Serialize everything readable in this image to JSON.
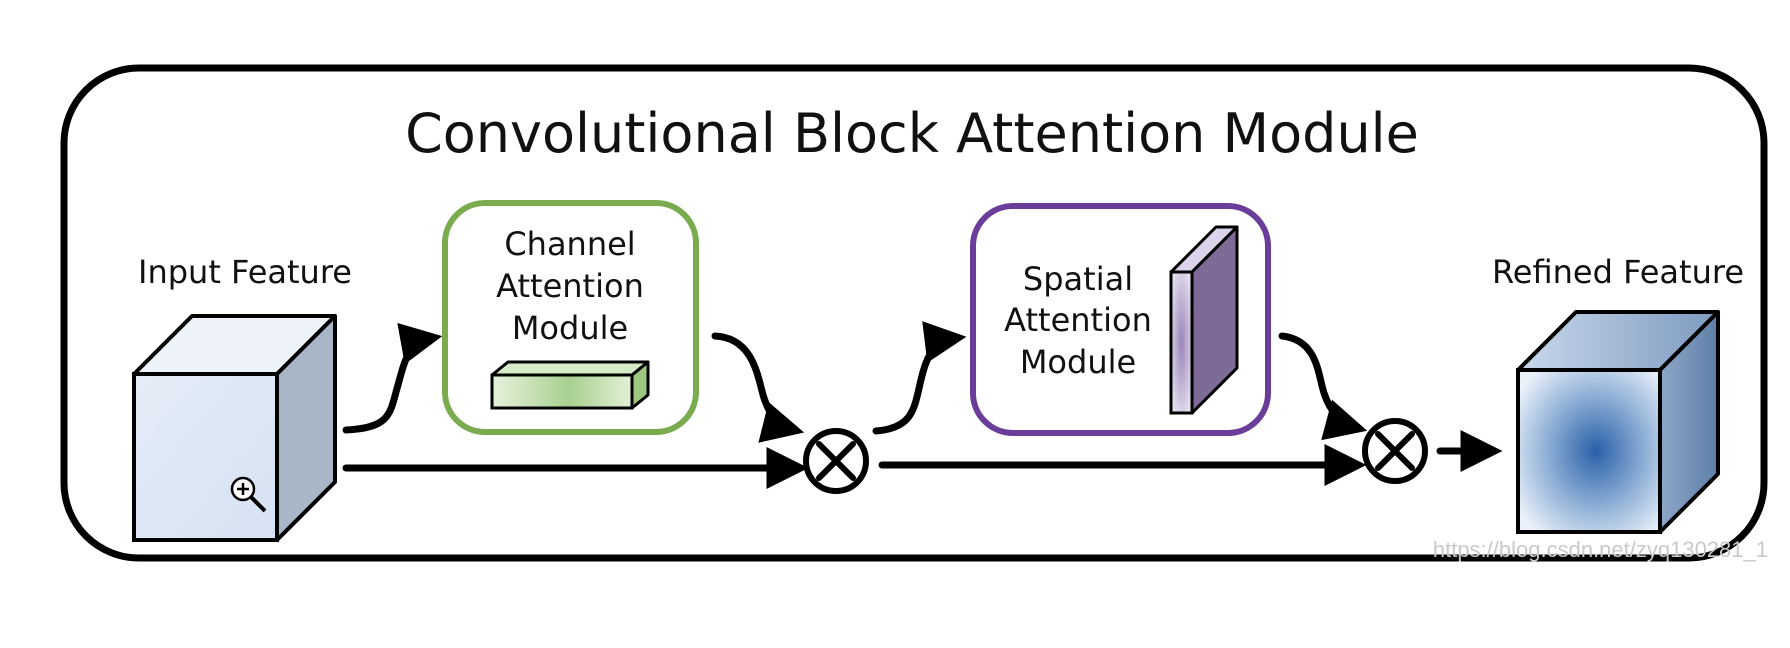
{
  "diagram": {
    "title": "Convolutional Block Attention Module",
    "input_label": "Input Feature",
    "output_label": "Refined Feature",
    "channel_module": {
      "lines": [
        "Channel",
        "Attention",
        "Module"
      ],
      "border_color": "#7aab4f"
    },
    "spatial_module": {
      "lines": [
        "Spatial",
        "Attention",
        "Module"
      ],
      "border_color": "#6a3d9a"
    },
    "operators": [
      "⊗",
      "⊗"
    ],
    "watermark": "https://blog.csdn.net/zyq130281_1"
  },
  "cursor_icon": "zoom-in-icon"
}
